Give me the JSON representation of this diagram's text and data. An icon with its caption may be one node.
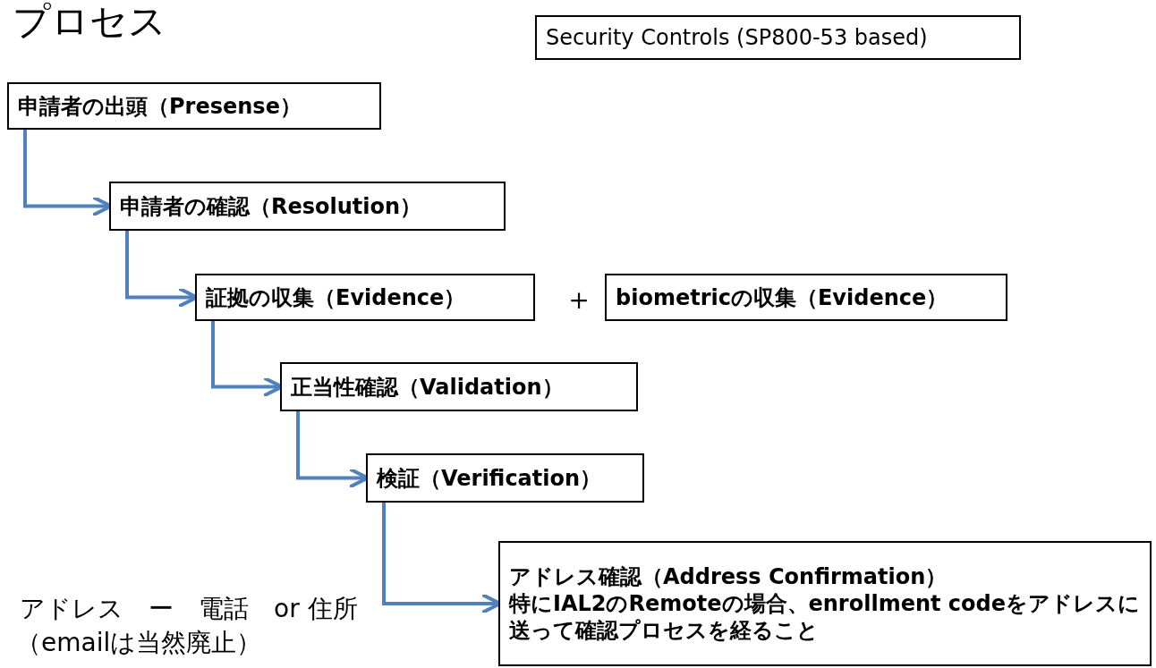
{
  "diagram": {
    "title": "プロセス",
    "nodes": [
      {
        "text": [
          "Security Controls (SP800-53 based)"
        ]
      },
      {
        "text": [
          "申請者の出頭（Presense）"
        ]
      },
      {
        "text": [
          "申請者の確認（Resolution）"
        ]
      },
      {
        "text": [
          "証拠の収集（Evidence）"
        ]
      },
      {
        "text": [
          "biometricの収集（Evidence）"
        ]
      },
      {
        "text": [
          "正当性確認（Validation）"
        ]
      },
      {
        "text": [
          "検証（Verification）"
        ]
      },
      {
        "text": [
          "アドレス確認（Address Confirmation）",
          "特にIAL2のRemoteの場合、enrollment codeをアドレスに送って確認プロセスを経ること"
        ]
      }
    ],
    "edges": [
      {
        "from": 1,
        "to": 2,
        "arrow": "to"
      },
      {
        "from": 2,
        "to": 3,
        "arrow": "to"
      },
      {
        "from": 3,
        "to": 5,
        "arrow": "to"
      },
      {
        "from": 5,
        "to": 6,
        "arrow": "to"
      },
      {
        "from": 6,
        "to": 7,
        "arrow": "to"
      }
    ],
    "labels": [
      "＋",
      "アドレス　ー　電話　or 住所",
      "（emailは当然廃止）"
    ]
  }
}
